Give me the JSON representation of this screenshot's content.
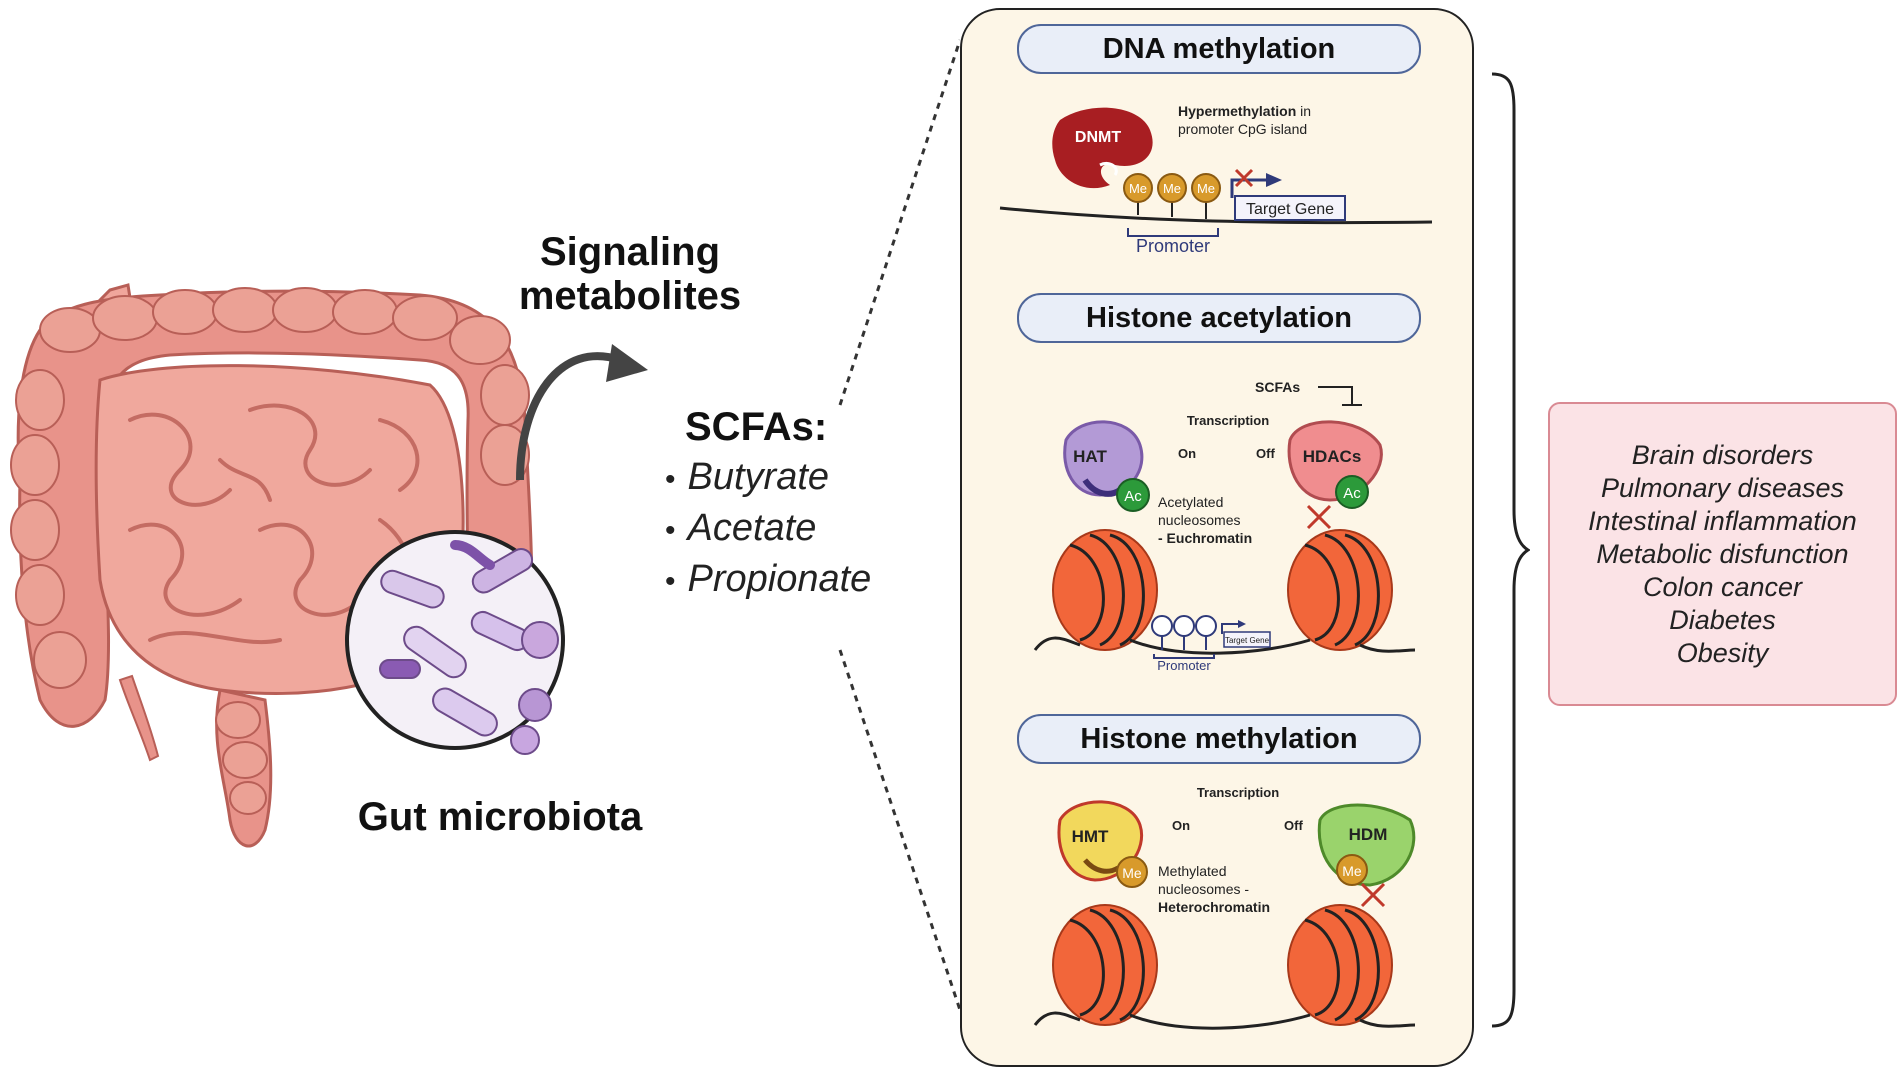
{
  "labels": {
    "signaling": "Signaling\nmetabolites",
    "gut_microbiota": "Gut microbiota",
    "scfas_title": "SCFAs:"
  },
  "scfa_list": [
    "Butyrate",
    "Acetate",
    "Propionate"
  ],
  "panel": {
    "dna_methylation": {
      "title": "DNA methylation",
      "enzyme": "DNMT",
      "note_bold": "Hypermethylation",
      "note_rest": " in",
      "note_line2": "promoter CpG island",
      "me": "Me",
      "target_gene": "Target Gene",
      "promoter": "Promoter"
    },
    "histone_acetylation": {
      "title": "Histone acetylation",
      "scfas": "SCFAs",
      "transcription": "Transcription",
      "on": "On",
      "off": "Off",
      "hat": "HAT",
      "hdacs": "HDACs",
      "ac": "Ac",
      "note_line1": "Acetylated",
      "note_line2": "nucleosomes",
      "note_line3": "- Euchromatin",
      "target_gene": "Target Gene",
      "promoter": "Promoter"
    },
    "histone_methylation": {
      "title": "Histone methylation",
      "transcription": "Transcription",
      "on": "On",
      "off": "Off",
      "hmt": "HMT",
      "hdm": "HDM",
      "me": "Me",
      "note_line1": "Methylated",
      "note_line2": "nucleosomes -",
      "note_line3": "Heterochromatin"
    }
  },
  "diseases": [
    "Brain disorders",
    "Pulmonary diseases",
    "Intestinal inflammation",
    "Metabolic disfunction",
    "Colon cancer",
    "Diabetes",
    "Obesity"
  ],
  "colors": {
    "intestine": "#e8938a",
    "intestine_dark": "#b85f57",
    "dnmt": "#a81e22",
    "methyl": "#d89a2b",
    "hat": "#b39ad6",
    "hdacs": "#f08d8f",
    "acetyl": "#2c9a3a",
    "nucleosome": "#f2663a",
    "hmt": "#f2d85c",
    "hdm": "#9ad36c",
    "disease_bg": "#fbe3e6",
    "panel_bg": "#fdf6e7",
    "pill_bg": "#e9eef8"
  }
}
